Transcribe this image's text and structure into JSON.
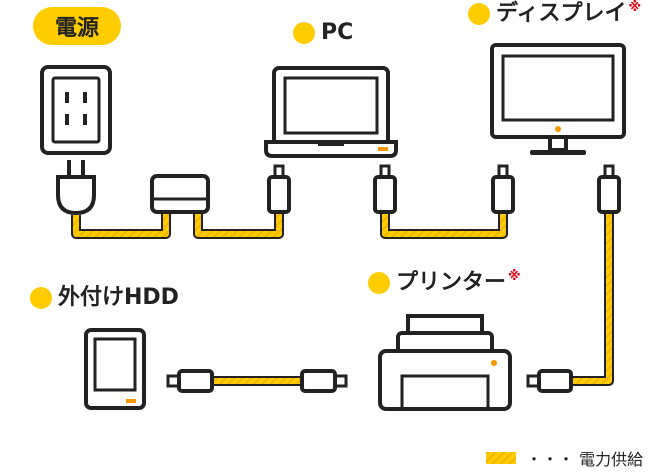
{
  "labels": {
    "power": "電源",
    "pc": "PC",
    "display": "ディスプレイ",
    "external_hdd": "外付けHDD",
    "printer": "プリンター",
    "note_mark": "※"
  },
  "legend": {
    "text": "・・・ 電力供給"
  },
  "icons": {
    "outlet": "wall-outlet-icon",
    "plug": "power-plug-icon",
    "adapter": "ac-adapter-icon",
    "laptop": "laptop-icon",
    "monitor": "monitor-icon",
    "hdd": "external-hdd-icon",
    "printer": "printer-icon",
    "connector": "cable-connector-icon"
  },
  "colors": {
    "accent": "#FFCC00",
    "cable_stripe": "#F2B400",
    "outline": "#222222",
    "orange_led": "#F39800",
    "note_red": "#E60012"
  }
}
